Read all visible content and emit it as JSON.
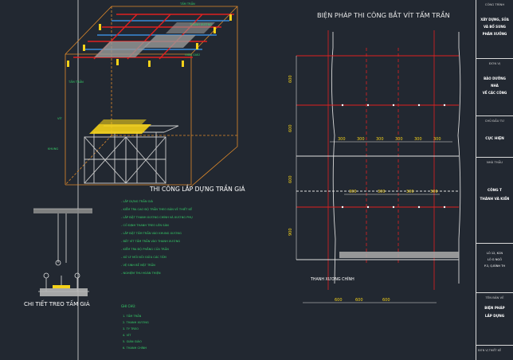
{
  "title_block": {
    "rows": [
      {
        "header": "CÔNG TRÌNH",
        "lines": [
          "XÂY DỰNG, SỬA",
          "VÀ BỔ SUNG",
          "PHÂN XƯỞNG"
        ]
      },
      {
        "header": "ĐƠN VỊ",
        "lines": [
          "BẢO DƯỠNG",
          "NHÀ",
          "VỀ CÁC CÔNG"
        ]
      },
      {
        "header": "CHỦ ĐẦU TƯ",
        "lines": [
          "CỤC HIỆN"
        ]
      },
      {
        "header": "NHÀ THẦU",
        "lines": [
          "CÔNG T",
          "THÀNH VÀ KIẾN"
        ]
      },
      {
        "header": "",
        "lines": [
          "LÔ 12, KCN",
          "LÔ G NGÕ",
          "P.3, Q.BÌNH TH"
        ]
      },
      {
        "header": "TÊN BẢN VẼ",
        "lines": [
          "BIỆN PHÁP",
          "LẮP DỰNG"
        ]
      },
      {
        "header": "",
        "lines": [
          "ĐƠN VỊ THIẾT KẾ"
        ]
      }
    ]
  },
  "section_detail": {
    "title": "BIỆN PHÁP THI CÔNG BẮT VÍT TẤM TRẦN",
    "row_labels": [
      "600",
      "600",
      "600",
      "900"
    ],
    "top_dims": [
      "300",
      "300",
      "300",
      "300",
      "300",
      "300"
    ],
    "mid_dims": [
      "300",
      "300",
      "300",
      "300"
    ],
    "bottom_dims": [
      "600",
      "600",
      "600"
    ],
    "beam_label": "THANH XƯƠNG CHÍNH"
  },
  "iso_view": {
    "small_labels": [
      "TẤM TRẦN",
      "THANH XƯƠNG",
      "GIÀN GIÁO",
      "TẤM TRẦN",
      "VÍT",
      "KHUNG"
    ]
  },
  "construction_note": {
    "title": "THI CÔNG LẮP DỰNG TRẦN GIÁ",
    "lines": [
      "- LẮP DỰNG TRẦN GIÁ",
      "- KIỂM TRA CAO ĐỘ TRẦN THEO BẢN VẼ THIẾT KẾ",
      "- LẮP ĐẶT THANH XƯƠNG CHÍNH VÀ XƯƠNG PHỤ",
      "- CỐ ĐỊNH THANH TREO LÊN SÀN",
      "- LẮP ĐẶT TẤM TRẦN VÀO KHUNG XƯƠNG",
      "- BẮT VÍT TẤM TRẦN VÀO THANH XƯƠNG",
      "- KIỂM TRA ĐỘ PHẲNG CỦA TRẦN",
      "- XỬ LÝ MỐI NỐI GIỮA CÁC TẤM",
      "- VỆ SINH BỀ MẶT TRẦN",
      "- NGHIỆM THU HOÀN THIỆN"
    ],
    "legend_header": "GHI CHÚ:",
    "legend": [
      "1. TẤM TRẦN",
      "2. THANH XƯƠNG",
      "3. TY TREO",
      "4. VÍT",
      "5. GIÀN GIÁO",
      "6. THANH CHÍNH"
    ]
  },
  "hanger_detail": {
    "title": "CHI TIẾT TREO TẤM GIÁ"
  }
}
